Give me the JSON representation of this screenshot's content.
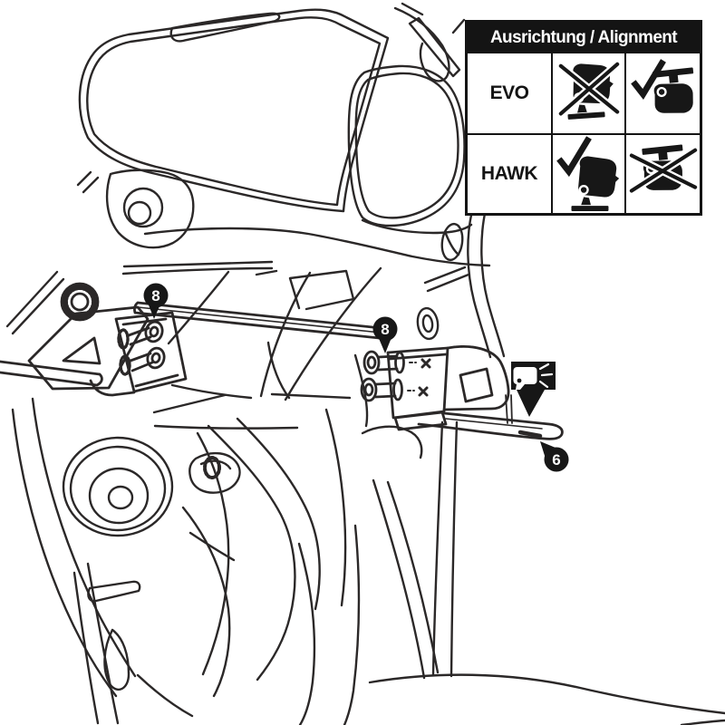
{
  "table": {
    "header": "Ausrichtung / Alignment",
    "rows": [
      {
        "label": "EVO",
        "cells": [
          {
            "icon": "lamp-upright-icon",
            "mark": "cross"
          },
          {
            "icon": "lamp-hanging-icon",
            "mark": "check"
          }
        ]
      },
      {
        "label": "HAWK",
        "cells": [
          {
            "icon": "lamp-upright-icon",
            "mark": "check"
          },
          {
            "icon": "lamp-hanging-icon",
            "mark": "cross"
          }
        ]
      }
    ]
  },
  "callouts": {
    "left_bracket": {
      "label": "8"
    },
    "right_bracket": {
      "label": "8"
    },
    "mount_arm": {
      "label": "6"
    }
  },
  "marker": {
    "icon": "headlight-beam-icon"
  },
  "colors": {
    "line": "#2b2828",
    "background": "#ffffff",
    "solid_black": "#141414",
    "badge_text": "#ffffff"
  }
}
